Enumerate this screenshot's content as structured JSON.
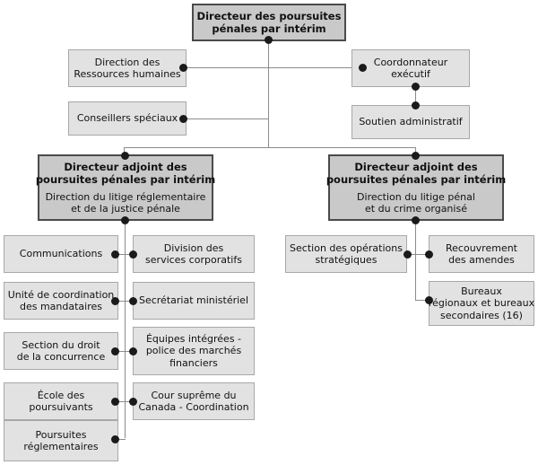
{
  "chart": {
    "type": "org-chart",
    "language": "fr",
    "colors": {
      "root_fill": "#c9c9c9",
      "root_border": "#4a4a4a",
      "leaf_fill": "#e2e2e2",
      "leaf_border": "#a8a8a8",
      "connector": "#8c8c8c",
      "dot": "#1a1a1a",
      "background": "#ffffff",
      "text": "#111111"
    },
    "root": {
      "lines": [
        "Directeur des poursuites",
        "pénales par intérim"
      ]
    },
    "staff": [
      {
        "id": "ressources-humaines",
        "lines": [
          "Direction des",
          "Ressources humaines"
        ]
      },
      {
        "id": "coordonnateur-executif",
        "lines": [
          "Coordonnateur",
          "exécutif"
        ]
      },
      {
        "id": "conseillers-speciaux",
        "lines": [
          "Conseillers spéciaux"
        ]
      },
      {
        "id": "soutien-administratif",
        "lines": [
          "Soutien administratif"
        ]
      }
    ],
    "deputies": [
      {
        "id": "litige-reglementaire",
        "title_lines": [
          "Directeur adjoint des",
          "poursuites pénales par intérim"
        ],
        "subtitle_lines": [
          "Direction du litige réglementaire",
          "et de la justice pénale"
        ]
      },
      {
        "id": "litige-penal",
        "title_lines": [
          "Directeur adjoint des",
          "poursuites pénales par intérim"
        ],
        "subtitle_lines": [
          "Direction du litige pénal",
          "et du crime organisé"
        ]
      }
    ],
    "left_units": [
      {
        "id": "communications",
        "lines": [
          "Communications"
        ]
      },
      {
        "id": "unite-coordination-mandataires",
        "lines": [
          "Unité de coordination",
          "des mandataires"
        ]
      },
      {
        "id": "section-droit-concurrence",
        "lines": [
          "Section du droit",
          "de la concurrence"
        ]
      },
      {
        "id": "ecole-poursuivants",
        "lines": [
          "École des",
          "poursuivants"
        ]
      },
      {
        "id": "poursuites-reglementaires",
        "lines": [
          "Poursuites",
          "réglementaires"
        ]
      }
    ],
    "middle_units": [
      {
        "id": "division-services-corporatifs",
        "lines": [
          "Division des",
          "services corporatifs"
        ]
      },
      {
        "id": "secretariat-ministeriel",
        "lines": [
          "Secrétariat ministériel"
        ]
      },
      {
        "id": "equipes-integrees",
        "lines": [
          "Équipes intégrées -",
          "police des marchés",
          "financiers"
        ]
      },
      {
        "id": "cour-supreme-coordination",
        "lines": [
          "Cour suprême du",
          "Canada - Coordination"
        ]
      }
    ],
    "right_units": [
      {
        "id": "section-operations-strategiques",
        "lines": [
          "Section des opérations",
          "stratégiques"
        ]
      },
      {
        "id": "recouvrement-amendes",
        "lines": [
          "Recouvrement",
          "des amendes"
        ]
      },
      {
        "id": "bureaux-regionaux",
        "lines": [
          "Bureaux",
          "régionaux et bureaux",
          "secondaires (16)"
        ]
      }
    ]
  }
}
